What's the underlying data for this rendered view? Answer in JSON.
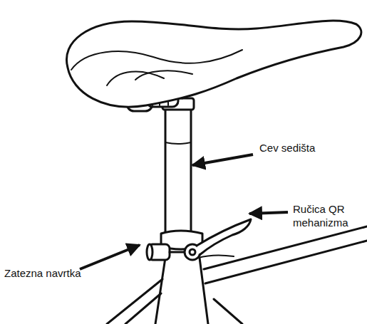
{
  "diagram": {
    "labels": [
      "Cev sedišta",
      "Ručica QR mehanizma",
      "Zatezna navrtka"
    ]
  }
}
